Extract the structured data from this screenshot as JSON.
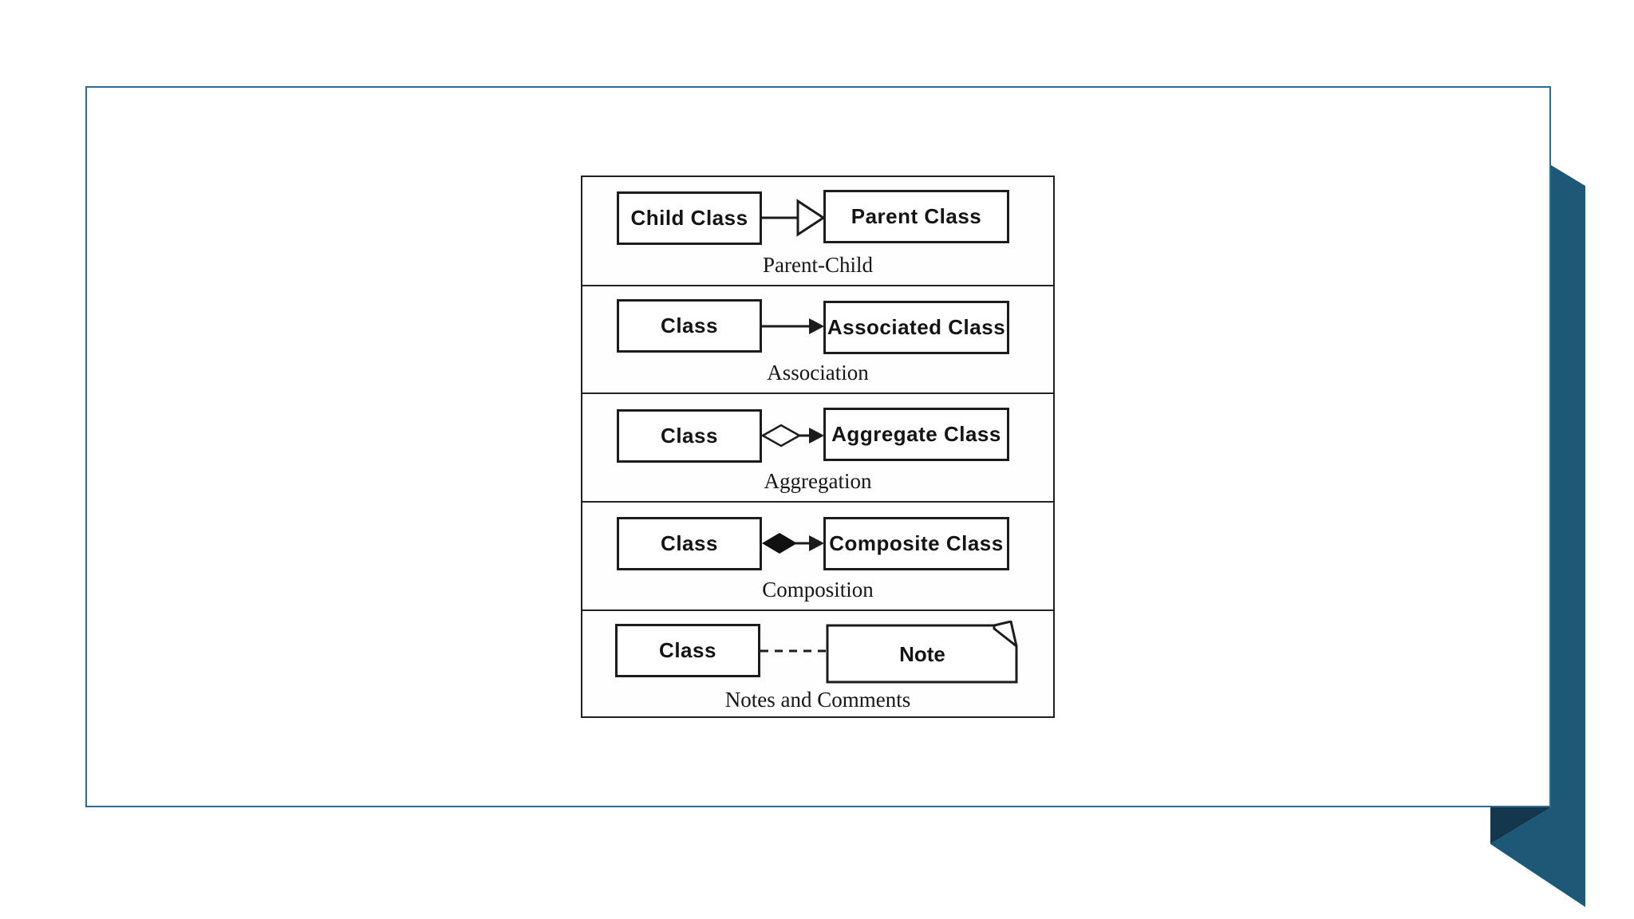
{
  "slide": {
    "background_color": "#ffffff",
    "border_color": "#2b6b94",
    "ribbon_color": "#1d5877",
    "ribbon_fold_color": "#14374d"
  },
  "diagram": {
    "ink_color": "#1c1c1c",
    "rows": [
      {
        "connector": "inheritance",
        "left_label": "Child Class",
        "right_label": "Parent Class",
        "caption": "Parent-Child"
      },
      {
        "connector": "association",
        "left_label": "Class",
        "right_label": "Associated Class",
        "caption": "Association"
      },
      {
        "connector": "aggregation",
        "left_label": "Class",
        "right_label": "Aggregate Class",
        "caption": "Aggregation"
      },
      {
        "connector": "composition",
        "left_label": "Class",
        "right_label": "Composite Class",
        "caption": "Composition"
      },
      {
        "connector": "note-link",
        "left_label": "Class",
        "right_label": "Note",
        "caption": "Notes and Comments"
      }
    ]
  }
}
